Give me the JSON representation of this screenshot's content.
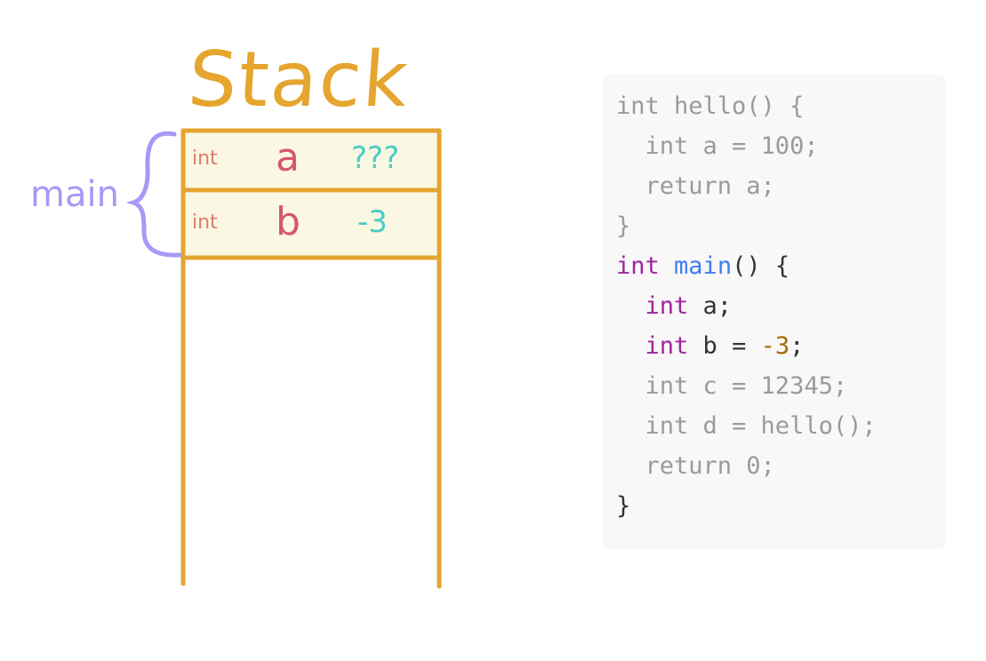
{
  "stack": {
    "title": "Stack",
    "frame_label": "main",
    "rows": [
      {
        "type": "int",
        "name": "a",
        "value": "???"
      },
      {
        "type": "int",
        "name": "b",
        "value": "-3"
      }
    ],
    "colors": {
      "frame": "#E5A52E",
      "cell_bg": "#FAF7E2",
      "brace": "#A59AF5"
    }
  },
  "code": {
    "lines": [
      {
        "dim": true,
        "tokens": [
          {
            "t": "int hello() {",
            "k": "plain"
          }
        ]
      },
      {
        "dim": true,
        "tokens": [
          {
            "t": "  int a = 100;",
            "k": "plain"
          }
        ]
      },
      {
        "dim": true,
        "tokens": [
          {
            "t": "  return a;",
            "k": "plain"
          }
        ]
      },
      {
        "dim": true,
        "tokens": [
          {
            "t": "}",
            "k": "plain"
          }
        ]
      },
      {
        "dim": false,
        "tokens": [
          {
            "t": "int",
            "k": "kw"
          },
          {
            "t": " ",
            "k": "plain"
          },
          {
            "t": "main",
            "k": "fn"
          },
          {
            "t": "() {",
            "k": "plain"
          }
        ]
      },
      {
        "dim": false,
        "tokens": [
          {
            "t": "  ",
            "k": "plain"
          },
          {
            "t": "int",
            "k": "kw"
          },
          {
            "t": " a;",
            "k": "plain"
          }
        ]
      },
      {
        "dim": false,
        "tokens": [
          {
            "t": "  ",
            "k": "plain"
          },
          {
            "t": "int",
            "k": "kw"
          },
          {
            "t": " b = ",
            "k": "plain"
          },
          {
            "t": "-3",
            "k": "num"
          },
          {
            "t": ";",
            "k": "plain"
          }
        ]
      },
      {
        "dim": true,
        "tokens": [
          {
            "t": "  int c = 12345;",
            "k": "plain"
          }
        ]
      },
      {
        "dim": true,
        "tokens": [
          {
            "t": "  int d = hello();",
            "k": "plain"
          }
        ]
      },
      {
        "dim": true,
        "tokens": [
          {
            "t": "  return 0;",
            "k": "plain"
          }
        ]
      },
      {
        "dim": false,
        "tokens": [
          {
            "t": "}",
            "k": "plain"
          }
        ]
      }
    ]
  }
}
